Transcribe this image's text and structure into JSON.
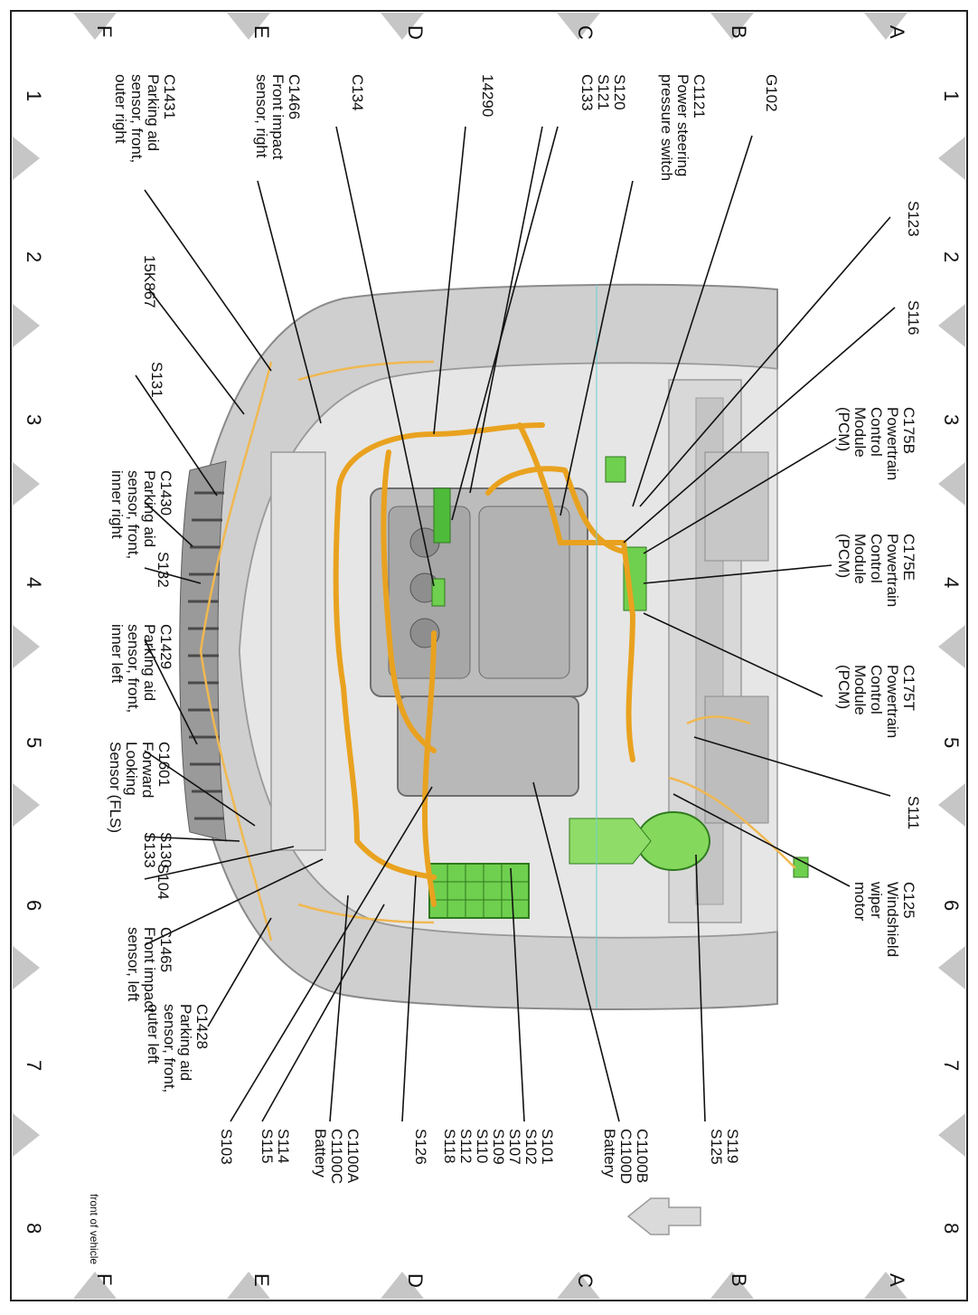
{
  "grid": {
    "rows": [
      "A",
      "B",
      "C",
      "D",
      "E",
      "F"
    ],
    "cols": [
      "1",
      "2",
      "3",
      "4",
      "5",
      "6",
      "7",
      "8"
    ]
  },
  "labels": {
    "g102": [
      "G102"
    ],
    "c1121": [
      "C1121",
      "Power steering",
      "pressure switch"
    ],
    "s120": [
      "S120",
      "S121",
      "C133"
    ],
    "n14290": [
      "14290"
    ],
    "c134": [
      "C134"
    ],
    "c1466": [
      "C1466",
      "Front impact",
      "sensor, right"
    ],
    "c1431": [
      "C1431",
      "Parking aid",
      "sensor, front,",
      "outer right"
    ],
    "n15k867": [
      "15K867"
    ],
    "s123": [
      "S123"
    ],
    "s116": [
      "S116"
    ],
    "c175b": [
      "C175B",
      "Powertrain",
      "Control",
      "Module",
      "(PCM)"
    ],
    "c175e": [
      "C175E",
      "Powertrain",
      "Control",
      "Module",
      "(PCM)"
    ],
    "c175t": [
      "C175T",
      "Powertrain",
      "Control",
      "Module",
      "(PCM)"
    ],
    "s111": [
      "S111"
    ],
    "c125": [
      "C125",
      "Windshield",
      "wiper",
      "motor"
    ],
    "s131": [
      "S131"
    ],
    "c1430": [
      "C1430",
      "Parking aid",
      "sensor, front,",
      "inner right"
    ],
    "s132": [
      "S132"
    ],
    "c1429": [
      "C1429",
      "Parking aid",
      "sensor, front,",
      "inner left"
    ],
    "c1601": [
      "C1601",
      "Forward",
      "Looking",
      "Sensor (FLS)"
    ],
    "s130": [
      "S130",
      "S133"
    ],
    "s104": [
      "S104"
    ],
    "c1465": [
      "C1465",
      "Front impact",
      "sensor, left"
    ],
    "c1428": [
      "C1428",
      "Parking aid",
      "sensor, front,",
      "outer left"
    ],
    "s119": [
      "S119",
      "S125"
    ],
    "c1100b": [
      "C1100B",
      "C1100D",
      "Battery"
    ],
    "s101": [
      "S101",
      "S102",
      "S107",
      "S109",
      "S110",
      "S112",
      "S118"
    ],
    "s126": [
      "S126"
    ],
    "c1100a": [
      "C1100A",
      "C1100C",
      "Battery"
    ],
    "s114": [
      "S114",
      "S115"
    ],
    "s103": [
      "S103"
    ],
    "front": [
      "front of vehicle"
    ]
  }
}
